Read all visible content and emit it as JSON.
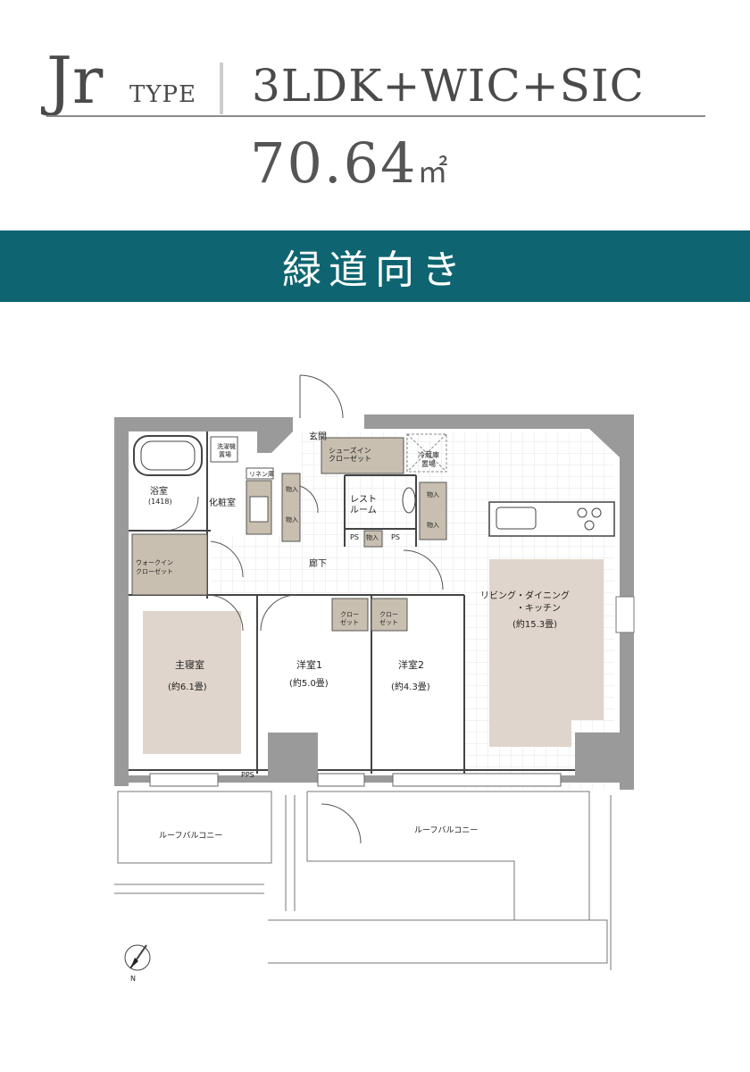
{
  "header": {
    "type_letter": "Jr",
    "type_word": "TYPE",
    "plan_type": "3LDK+WIC+SIC",
    "area_value": "70.64",
    "area_unit": "㎡"
  },
  "banner": {
    "text": "緑道向き",
    "color": "#0e6571"
  },
  "floorplan": {
    "rooms": {
      "genkan": "玄関",
      "shoes_closet_1": "シューズイン",
      "shoes_closet_2": "クローゼット",
      "fridge_1": "冷蔵庫",
      "fridge_2": "置場",
      "laundry_1": "洗濯機",
      "laundry_2": "置場",
      "linen": "リネン庫",
      "bath": "浴室",
      "bath_size": "(1418)",
      "powder": "化粧室",
      "restroom_1": "レスト",
      "restroom_2": "ルーム",
      "storage_a": "物入",
      "storage_b": "物入",
      "storage_c": "物入",
      "storage_d": "物入",
      "storage_e": "物入",
      "ps_1": "PS",
      "ps_2": "PS",
      "wic_1": "ウォークイン",
      "wic_2": "クローゼット",
      "hallway": "廊下",
      "ldk_1": "リビング・ダイニング",
      "ldk_2": "・キッチン",
      "ldk_size": "(約15.3畳)",
      "master": "主寝室",
      "master_size": "(約6.1畳)",
      "western1": "洋室1",
      "western1_size": "(約5.0畳)",
      "western2": "洋室2",
      "western2_size": "(約4.3畳)",
      "closet_1a": "クロー",
      "closet_1b": "ゼット",
      "closet_2a": "クロー",
      "closet_2b": "ゼット",
      "pps": "PPS",
      "roof_balcony_left": "ルーフバルコニー",
      "roof_balcony_right": "ルーフバルコニー",
      "compass_letter": "N"
    },
    "colors": {
      "wall": "#9a9a9a",
      "storage": "#c8bfb0",
      "bedroom_floor": "#e0d5cc",
      "tile_grid": "#e6e6e6"
    }
  }
}
